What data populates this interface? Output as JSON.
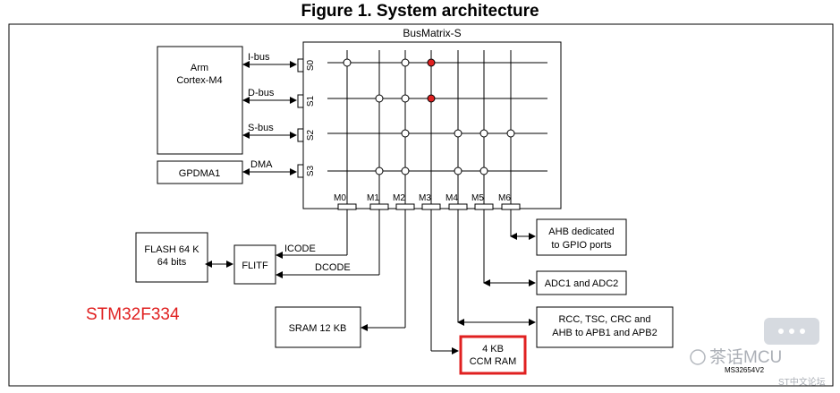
{
  "figure": {
    "title": "Figure 1. System architecture",
    "id": "MS32654V2"
  },
  "bus_matrix": {
    "label": "BusMatrix-S",
    "slave_ports": [
      "S0",
      "S1",
      "S2",
      "S3"
    ],
    "master_ports": [
      "M0",
      "M1",
      "M2",
      "M3",
      "M4",
      "M5",
      "M6"
    ]
  },
  "masters": {
    "cpu": {
      "line1": "Arm",
      "line2": "Cortex-M4"
    },
    "gpdma": "GPDMA1"
  },
  "buses": {
    "ibus": "I-bus",
    "dbus": "D-bus",
    "sbus": "S-bus",
    "dma": "DMA",
    "icode": "ICODE",
    "dcode": "DCODE"
  },
  "slaves": {
    "flash": {
      "line1": "FLASH 64 K",
      "line2": "64 bits"
    },
    "flitf": "FLITF",
    "sram": "SRAM 12 KB",
    "ccm": {
      "line1": "4 KB",
      "line2": "CCM RAM"
    },
    "ahb_gpio": {
      "line1": "AHB dedicated",
      "line2": "to GPIO ports"
    },
    "adc": "ADC1 and ADC2",
    "rcc": {
      "line1": "RCC, TSC, CRC and",
      "line2": "AHB to APB1 and APB2"
    }
  },
  "annotation": "STM32F334",
  "watermark": {
    "main": "茶话MCU",
    "sub": "ST中文论坛"
  },
  "colors": {
    "highlight": "#e02020",
    "line": "#000000"
  }
}
